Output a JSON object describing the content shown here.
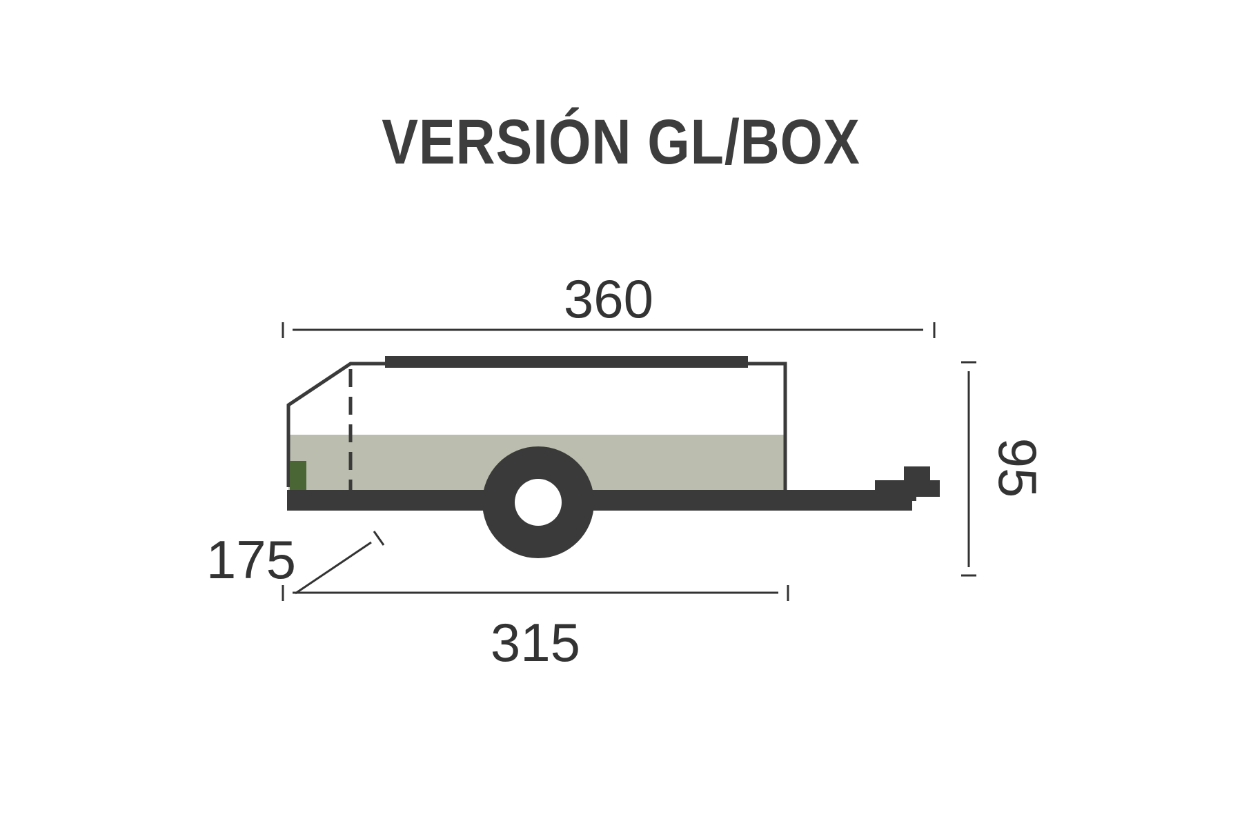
{
  "title": "VERSIÓN GL/BOX",
  "dimensions": {
    "overall_length": "360",
    "height": "95",
    "width": "175",
    "box_length": "315"
  },
  "colors": {
    "frame": "#3a3a3a",
    "cargo_fill": "#bbbdae",
    "accent_green": "#4a6634",
    "text": "#333333",
    "background": "#ffffff"
  }
}
